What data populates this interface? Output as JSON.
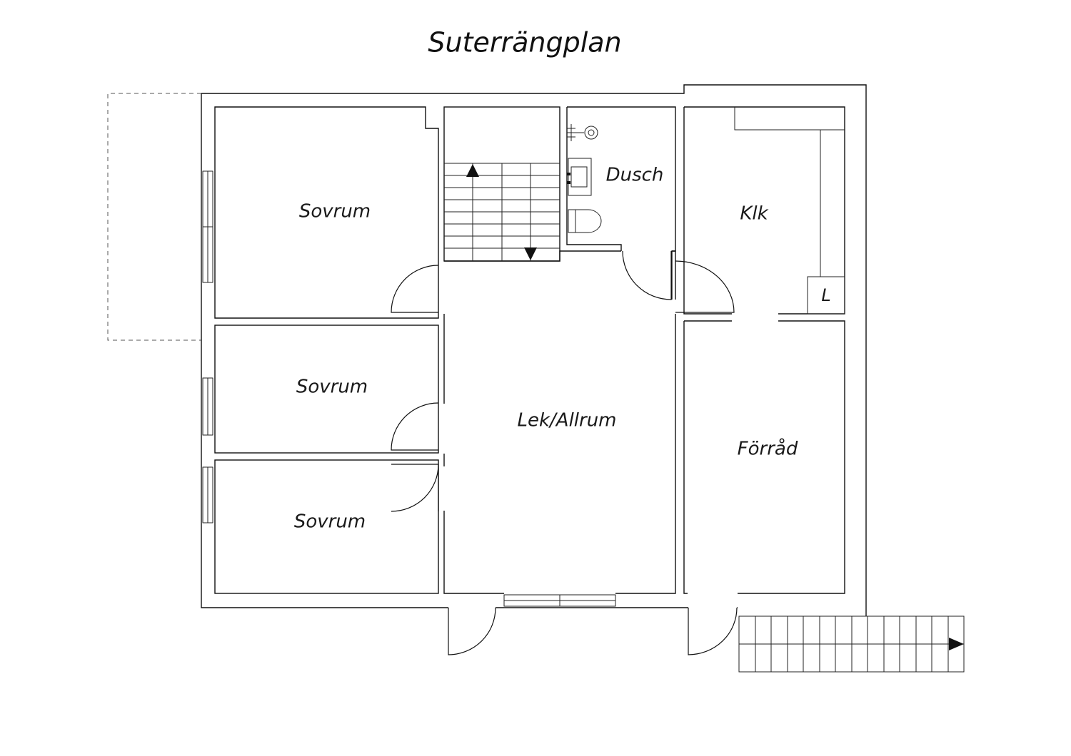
{
  "title": "Suterrängplan",
  "rooms": {
    "sovrum_1": "Sovrum",
    "sovrum_2": "Sovrum",
    "sovrum_3": "Sovrum",
    "dusch": "Dusch",
    "klk": "Klk",
    "lek_allrum": "Lek/Allrum",
    "forrad": "Förråd",
    "l_marker": "L"
  },
  "icons": {
    "stairs_up_arrow": "arrow-up-icon",
    "stairs_down_arrow": "arrow-down-icon",
    "exterior_stairs_arrow": "arrow-right-icon",
    "shower": "shower-icon",
    "sink": "sink-icon",
    "toilet": "toilet-icon"
  },
  "colors": {
    "line": "#111111",
    "background": "#ffffff"
  }
}
